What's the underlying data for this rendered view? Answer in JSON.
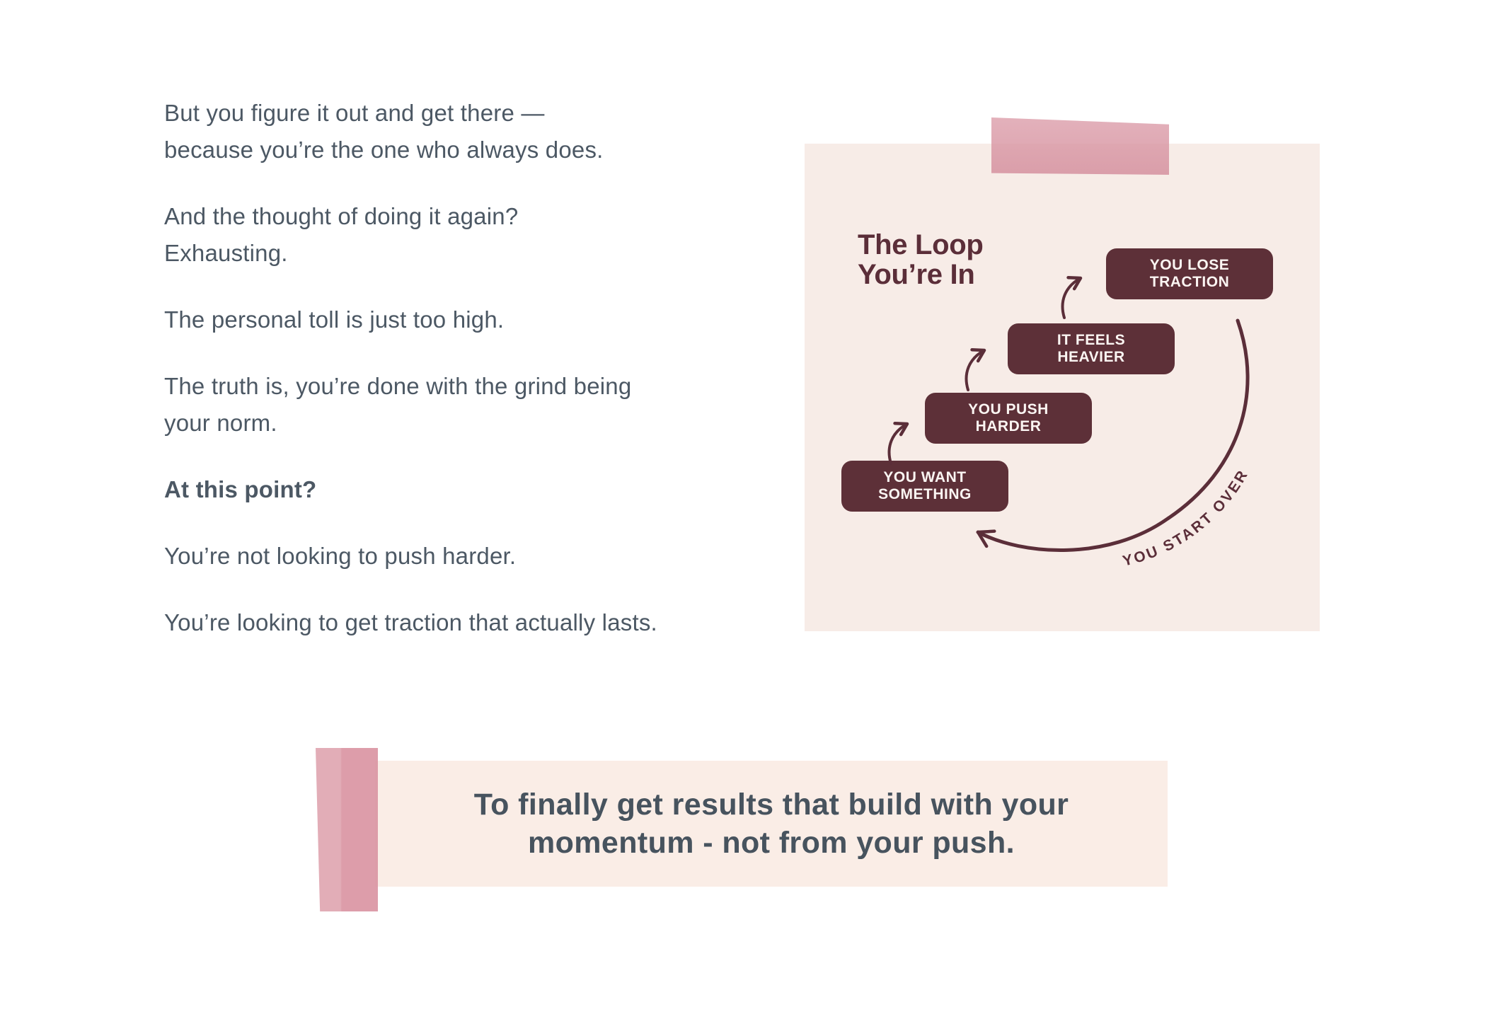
{
  "colors": {
    "maroon": "#5b2e39",
    "box_maroon": "#5d3038",
    "box_text": "#fbf5f2",
    "card_bg": "#f7ece7",
    "banner_bg": "#faede6",
    "body_text": "#4c5864",
    "banner_text": "#47535e"
  },
  "left_column": {
    "paragraphs": [
      {
        "text": "But you figure it out and get there —\nbecause you’re the one who always does.",
        "emphasis": "normal"
      },
      {
        "text": "And the thought of doing it again?\nExhausting.",
        "emphasis": "normal"
      },
      {
        "text": "The personal toll is just too high.",
        "emphasis": "normal"
      },
      {
        "text": "The truth is, you’re done with the grind being\nyour norm.",
        "emphasis": "normal"
      },
      {
        "text": "At this point?",
        "emphasis": "bold"
      },
      {
        "text": "You’re not looking to push harder.",
        "emphasis": "normal"
      },
      {
        "text": "You’re looking to get traction that actually lasts.",
        "emphasis": "normal"
      }
    ]
  },
  "loop_note": {
    "title": "The Loop\nYou’re In",
    "steps": [
      {
        "label": "YOU WANT\nSOMETHING"
      },
      {
        "label": "YOU PUSH\nHARDER"
      },
      {
        "label": "IT FEELS\nHEAVIER"
      },
      {
        "label": "YOU LOSE\nTRACTION"
      }
    ],
    "cycle_label": "YOU START OVER"
  },
  "banner": {
    "text": "To finally get results that build with your\nmomentum - not from your push."
  }
}
